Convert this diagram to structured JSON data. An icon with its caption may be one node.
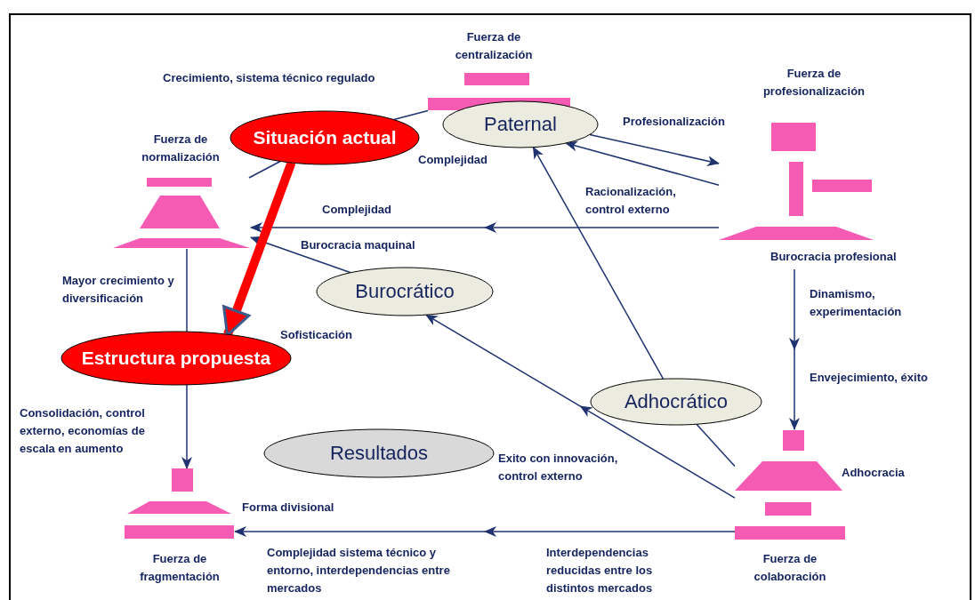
{
  "diagram": {
    "nodes": [
      {
        "text": [],
        "shape": "picture",
        "beside": [
          "Fuerza de centralización"
        ]
      },
      {
        "text": [
          "Paternal"
        ]
      },
      {
        "text": [],
        "shape": "picture",
        "beside": [
          "Fuerza de profesionalización",
          "Burocracia profesional"
        ]
      },
      {
        "text": [
          "Situación actual"
        ]
      },
      {
        "text": [],
        "shape": "picture",
        "beside": [
          "Fuerza de normalización"
        ]
      },
      {
        "text": [
          "Burocrático"
        ]
      },
      {
        "text": [
          "Estructura propuesta"
        ]
      },
      {
        "text": [
          "Adhocrático"
        ]
      },
      {
        "text": [
          "Resultados"
        ]
      },
      {
        "text": [],
        "shape": "picture",
        "beside": [
          "Adhocracia",
          "Fuerza de colaboración"
        ]
      },
      {
        "text": [],
        "shape": "picture",
        "beside": [
          "Forma divisional",
          "Fuerza de fragmentación"
        ]
      }
    ],
    "edges": [
      {
        "from": 0,
        "to": 3,
        "arrow": "none"
      },
      {
        "from": 3,
        "to": 4,
        "arrow": "none"
      },
      {
        "from": 1,
        "to": 2,
        "arrow": "to"
      },
      {
        "from": 2,
        "to": 1,
        "arrow": "to"
      },
      {
        "from": 2,
        "to": 4,
        "arrow": "to"
      },
      {
        "from": 9,
        "to": 7,
        "arrow": "none"
      },
      {
        "from": 7,
        "to": 1,
        "arrow": "to"
      },
      {
        "from": 9,
        "to": 5,
        "arrow": "to"
      },
      {
        "from": 5,
        "to": 4,
        "arrow": "to"
      },
      {
        "from": 9,
        "to": 10,
        "arrow": "to"
      },
      {
        "from": 4,
        "to": 6,
        "arrow": "none"
      },
      {
        "from": 6,
        "to": 10,
        "arrow": "to"
      },
      {
        "from": 2,
        "to": 9,
        "arrow": "to"
      },
      {
        "from": 3,
        "to": 6,
        "arrow": "to",
        "style": "thick",
        "color": "#ff0000"
      }
    ],
    "labels": [
      "Crecimiento, sistema técnico regulado",
      "Profesionalización",
      "Complejidad",
      "Racionalización, control externo",
      "Complejidad",
      "Burocracia maquinal",
      "Mayor crecimiento y diversificación",
      "Dinamismo, experimentación",
      "Sofisticación",
      "Envejecimiento, éxito",
      "Consolidación, control externo, economías de escala en aumento",
      "Exito con innovación, control externo",
      "Complejidad sistema técnico y entorno, interdependencias entre mercados",
      "Interdependencias reducidas entre los distintos mercados"
    ]
  }
}
